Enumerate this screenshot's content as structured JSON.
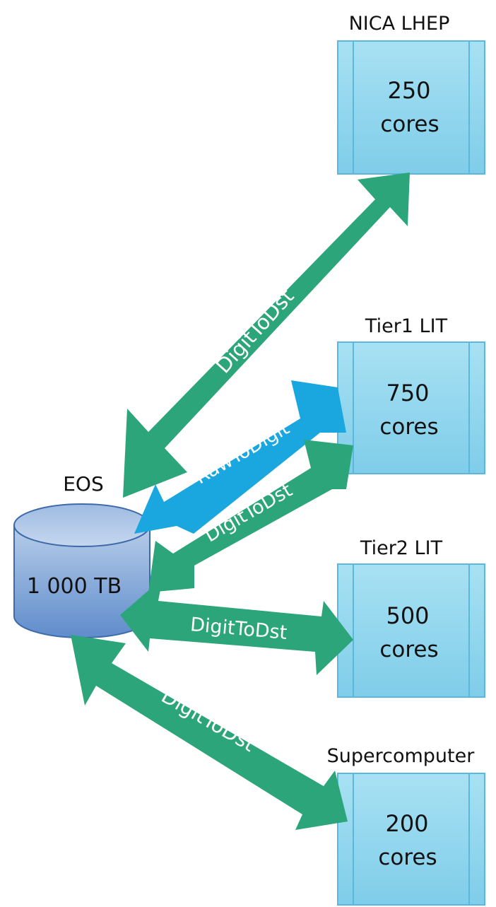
{
  "storage": {
    "title": "EOS",
    "capacity": "1 000 TB"
  },
  "sites": {
    "nica": {
      "title": "NICA LHEP",
      "cores": "250",
      "unit": "cores"
    },
    "tier1": {
      "title": "Tier1 LIT",
      "cores": "750",
      "unit": "cores"
    },
    "tier2": {
      "title": "Tier2 LIT",
      "cores": "500",
      "unit": "cores"
    },
    "super": {
      "title": "Supercomputer",
      "cores": "200",
      "unit": "cores"
    }
  },
  "flows": {
    "nica": "DigitToDst",
    "tier1_raw": "RawToDigit",
    "tier1_dst": "DigitToDst",
    "tier2": "DigitToDst",
    "super": "DigitToDst"
  },
  "colors": {
    "green_arrow": "#2ca57a",
    "blue_arrow": "#1aa7e0",
    "server_fill": "#8fd6ef",
    "server_stroke": "#5bb8dc",
    "cylinder_top": "#a9c4e6",
    "cylinder_body": "#6f97cf",
    "cylinder_stroke": "#3d6aa8"
  },
  "icons": {
    "storage": "database-cylinder-icon",
    "server": "server-rack-icon"
  }
}
